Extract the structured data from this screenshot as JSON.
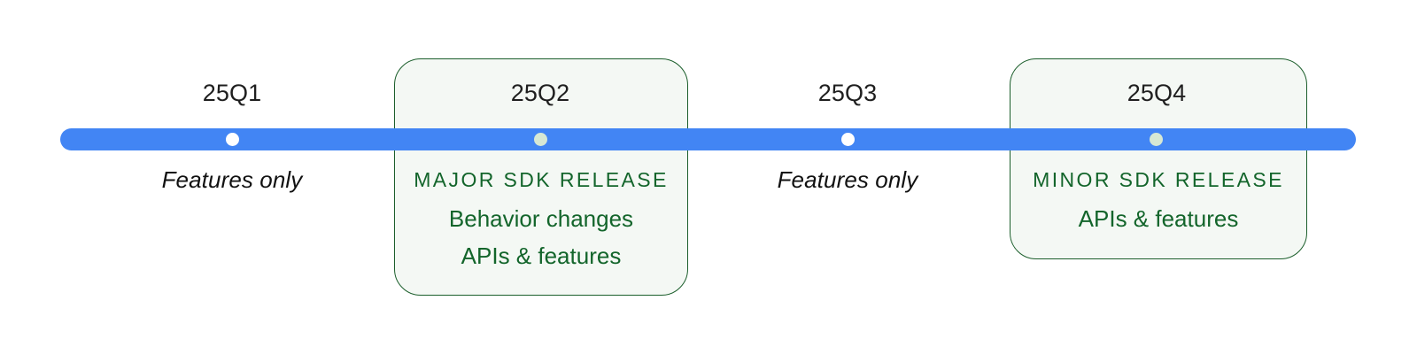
{
  "diagram": {
    "type": "timeline",
    "colors": {
      "bar": "#4285f4",
      "card_border": "#1b5e2b",
      "card_background": "#f4f8f4",
      "release_text": "#13652b",
      "quarter_text": "#1f1f1f",
      "dot_plain": "#ffffff",
      "dot_release": "#d7e8d4"
    },
    "milestones": [
      {
        "id": "q1",
        "quarter": "25Q1",
        "dot": "plain-dot-icon",
        "highlighted": false,
        "note": "Features only"
      },
      {
        "id": "q2",
        "quarter": "25Q2",
        "dot": "release-dot-icon",
        "highlighted": true,
        "kicker": "MAJOR SDK RELEASE",
        "lines": [
          "Behavior changes",
          "APIs & features"
        ]
      },
      {
        "id": "q3",
        "quarter": "25Q3",
        "dot": "plain-dot-icon",
        "highlighted": false,
        "note": "Features only"
      },
      {
        "id": "q4",
        "quarter": "25Q4",
        "dot": "release-dot-icon",
        "highlighted": true,
        "kicker": "MINOR SDK RELEASE",
        "lines": [
          "APIs & features"
        ]
      }
    ]
  }
}
